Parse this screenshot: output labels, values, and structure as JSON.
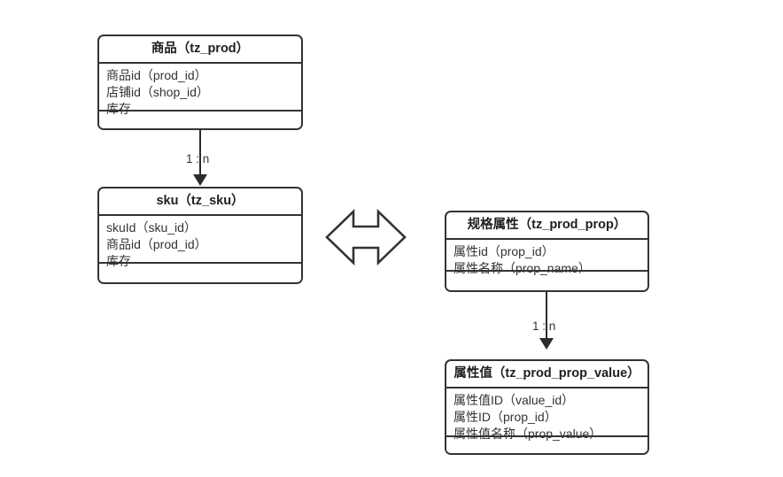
{
  "diagram": {
    "title": "",
    "background_color": "#ffffff",
    "line_color": "#333333",
    "text_color": "#333333"
  },
  "entities": [
    {
      "id": "prod",
      "title": "商品（tz_prod）",
      "attributes": [
        "商品id（prod_id）",
        "店铺id（shop_id）",
        "库存"
      ],
      "footer": ""
    },
    {
      "id": "sku",
      "title": "sku（tz_sku）",
      "attributes": [
        "skuId（sku_id）",
        "商品id（prod_id）",
        "库存"
      ],
      "footer": ""
    },
    {
      "id": "prop",
      "title": "规格属性（tz_prod_prop）",
      "attributes": [
        "属性id（prop_id）",
        "属性名称（prop_name）"
      ],
      "footer": ""
    },
    {
      "id": "prop_value",
      "title": "属性值（tz_prod_prop_value）",
      "attributes": [
        "属性值ID（value_id）",
        "属性ID（prop_id）",
        "属性值名称（prop_value）"
      ],
      "footer": ""
    }
  ],
  "connectors": [
    {
      "id": "prod-sku",
      "from": "prod",
      "to": "sku",
      "label": "1 : n",
      "style": "solid-arrow-down"
    },
    {
      "id": "prop-value",
      "from": "prop",
      "to": "prop_value",
      "label": "1 : n",
      "style": "solid-arrow-down"
    },
    {
      "id": "many-many",
      "from": "sku",
      "to": "prop",
      "label": "",
      "style": "double-headed-outline-arrow"
    }
  ]
}
